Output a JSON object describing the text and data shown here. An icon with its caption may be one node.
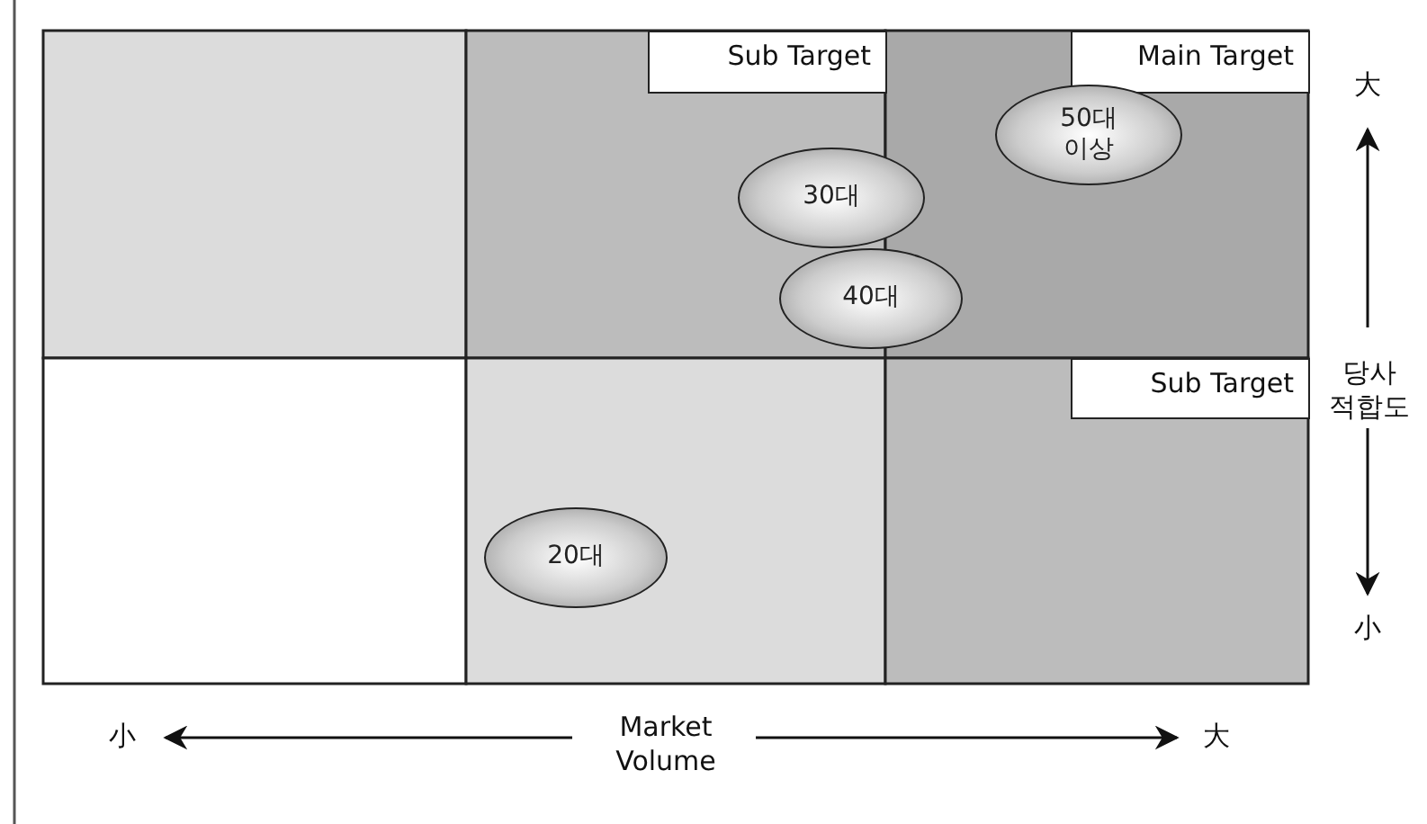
{
  "diagram": {
    "nodes": [
      {
        "text": [
          "Sub Target"
        ]
      },
      {
        "text": [
          "Main Target"
        ]
      },
      {
        "text": [
          "50대 이상"
        ]
      },
      {
        "text": [
          "30대"
        ]
      },
      {
        "text": [
          "40대"
        ]
      },
      {
        "text": [
          "Sub Target"
        ]
      },
      {
        "text": [
          "20대"
        ]
      }
    ],
    "edges": [],
    "labels": [
      "大",
      "당사 적합도",
      "小",
      "小",
      "Market Volume",
      "大"
    ]
  }
}
